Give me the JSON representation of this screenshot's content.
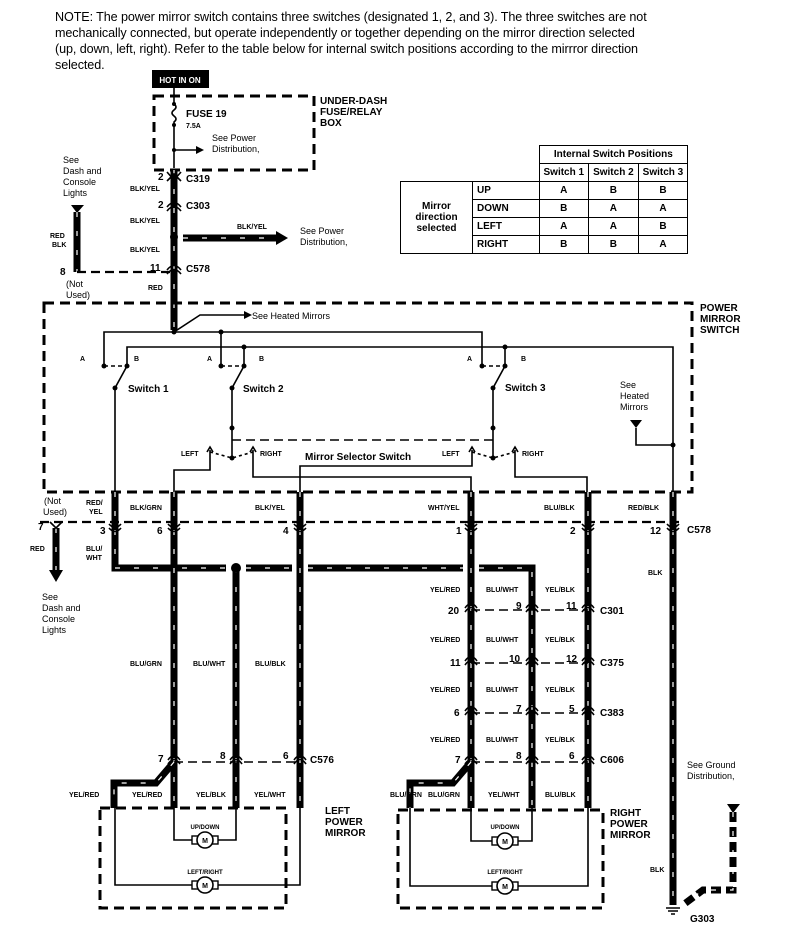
{
  "note": {
    "lines": [
      "NOTE: The power mirror switch contains three switches (designated 1, 2, and 3). The three switches are not",
      "mechanically connected, but operate independently or together depending on the mirror direction selected",
      "(up, down, left, right). Refer to the table below for internal switch positions according to the mirrror direction",
      "selected."
    ]
  },
  "power": {
    "hot": "HOT IN ON",
    "fuse_box": [
      "UNDER-DASH",
      "FUSE/RELAY",
      "BOX"
    ],
    "fuse": "FUSE 19",
    "rating": "7.5A",
    "see_power_1": [
      "See Power",
      "Distribution,"
    ],
    "see_power_2": [
      "See Power",
      "Distribution,"
    ],
    "wire_upper": [
      "BLK/YEL",
      "BLK/YEL",
      "BLK/YEL",
      "BLK/YEL"
    ],
    "wire_red": "RED",
    "c319": {
      "pin": "2",
      "name": "C319"
    },
    "c303": {
      "pin": "2",
      "name": "C303"
    },
    "c578_top": {
      "pin": "11",
      "name": "C578"
    },
    "dash_lights_top": [
      "See",
      "Dash and",
      "Console",
      "Lights"
    ],
    "red_blk": [
      "RED",
      "BLK"
    ],
    "pin8": "8",
    "not_used_top": [
      "(Not",
      "Used)"
    ]
  },
  "switch": {
    "title": [
      "POWER",
      "MIRROR",
      "SWITCH"
    ],
    "see_heated_1": "See Heated Mirrors",
    "see_heated_2": [
      "See",
      "Heated",
      "Mirrors"
    ],
    "contacts": [
      "A",
      "B",
      "A",
      "B",
      "A",
      "B"
    ],
    "switch_names": [
      "Switch 1",
      "Switch 2",
      "Switch 3"
    ],
    "selector": "Mirror Selector Switch",
    "left": [
      "LEFT",
      "LEFT"
    ],
    "right": [
      "RIGHT",
      "RIGHT"
    ]
  },
  "c578": {
    "name": "C578",
    "pins": [
      "7",
      "3",
      "6",
      "4",
      "1",
      "2",
      "12"
    ],
    "wires": [
      "RED/",
      "YEL",
      "BLK/GRN",
      "BLK/YEL",
      "WHT/YEL",
      "BLU/BLK",
      "RED/BLK"
    ],
    "not_used": [
      "(Not",
      "Used)"
    ],
    "red": "RED",
    "blu_wht": [
      "BLU/",
      "WHT"
    ],
    "dash_lights": [
      "See",
      "Dash and",
      "Console",
      "Lights"
    ]
  },
  "left_mirror": {
    "wires_upper": [
      "BLU/GRN",
      "BLU/WHT",
      "BLU/BLK"
    ],
    "connector": {
      "name": "C576",
      "pins": [
        "7",
        "8",
        "6"
      ]
    },
    "wires_lower": [
      "YEL/RED",
      "YEL/RED",
      "YEL/BLK",
      "YEL/WHT"
    ],
    "title": [
      "LEFT",
      "POWER",
      "MIRROR"
    ],
    "up_down": "UP/DOWN",
    "left_right": "LEFT/RIGHT",
    "motor": "M"
  },
  "right_mirror": {
    "wire_labels": [
      "YEL/RED",
      "BLU/WHT",
      "YEL/BLK"
    ],
    "connectors": [
      {
        "name": "C301",
        "pins": [
          "20",
          "9",
          "11"
        ]
      },
      {
        "name": "C375",
        "pins": [
          "11",
          "10",
          "12"
        ]
      },
      {
        "name": "C383",
        "pins": [
          "6",
          "7",
          "5"
        ]
      },
      {
        "name": "C606",
        "pins": [
          "7",
          "8",
          "6"
        ]
      }
    ],
    "wires_lower": [
      "BLU/GRN",
      "BLU/GRN",
      "YEL/WHT",
      "BLU/BLK"
    ],
    "title": [
      "RIGHT",
      "POWER",
      "MIRROR"
    ],
    "up_down": "UP/DOWN",
    "left_right": "LEFT/RIGHT",
    "motor": "M"
  },
  "ground": {
    "blk": [
      "BLK",
      "BLK"
    ],
    "see_ground": [
      "See Ground",
      "Distribution,"
    ],
    "name": "G303"
  },
  "table": {
    "header": "Internal Switch Positions",
    "columns": [
      "Switch 1",
      "Switch 2",
      "Switch 3"
    ],
    "row_group": [
      "Mirror",
      "direction",
      "selected"
    ],
    "rows": [
      {
        "dir": "UP",
        "values": [
          "A",
          "B",
          "B"
        ]
      },
      {
        "dir": "DOWN",
        "values": [
          "B",
          "A",
          "A"
        ]
      },
      {
        "dir": "LEFT",
        "values": [
          "A",
          "A",
          "B"
        ]
      },
      {
        "dir": "RIGHT",
        "values": [
          "B",
          "B",
          "A"
        ]
      }
    ]
  }
}
